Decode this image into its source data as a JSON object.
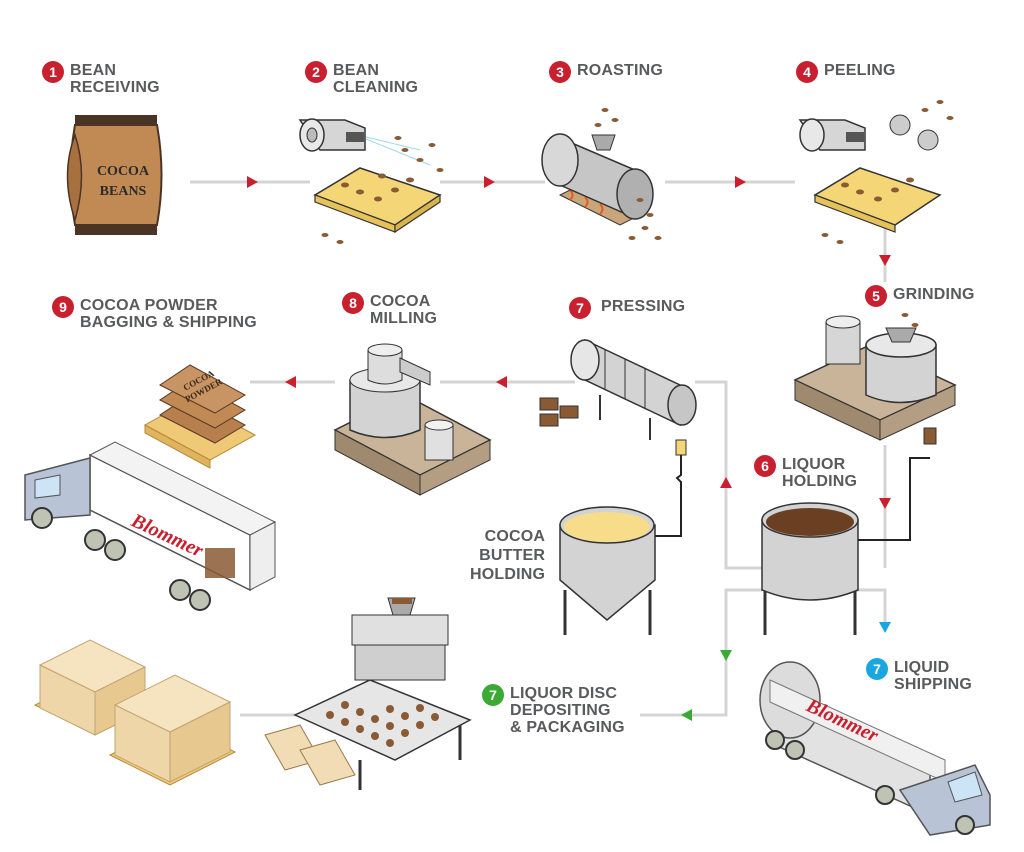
{
  "colors": {
    "step_red": "#c8202f",
    "step_green": "#3aaa35",
    "step_blue": "#1aa7e0",
    "label_gray": "#595a5c",
    "flow_line": "#d4d4d4",
    "arrow_red": "#c8202f",
    "arrow_green": "#3aaa35",
    "arrow_blue": "#1aa7e0",
    "cocoa_brown": "#8a5a35",
    "liquor_brown": "#6b3f22",
    "butter_yellow": "#f7dc8a",
    "machine_gray": "#d3d3d3",
    "pallet_tan": "#f0c977",
    "brand_red": "#c8202f"
  },
  "steps": [
    {
      "number": "1",
      "title": "BEAN\nRECEIVING",
      "color": "red"
    },
    {
      "number": "2",
      "title": "BEAN\nCLEANING",
      "color": "red"
    },
    {
      "number": "3",
      "title": "ROASTING",
      "color": "red"
    },
    {
      "number": "4",
      "title": "PEELING",
      "color": "red"
    },
    {
      "number": "5",
      "title": "GRINDING",
      "color": "red"
    },
    {
      "number": "6",
      "title": "LIQUOR\nHOLDING",
      "color": "red"
    },
    {
      "number": "7",
      "title": "PRESSING",
      "color": "red"
    },
    {
      "number": "8",
      "title": "COCOA\nMILLING",
      "color": "red"
    },
    {
      "number": "9",
      "title": "COCOA POWDER\nBAGGING & SHIPPING",
      "color": "red"
    },
    {
      "number": "7",
      "title": "LIQUID\nSHIPPING",
      "color": "blue"
    },
    {
      "number": "7",
      "title": "LIQUOR DISC\nDEPOSITING\n& PACKAGING",
      "color": "green"
    }
  ],
  "side_labels": {
    "cocoa_butter_holding": "COCOA\nBUTTER\nHOLDING"
  },
  "product_text": {
    "bean_bag_line1": "COCOA",
    "bean_bag_line2": "BEANS",
    "powder_bag_line1": "COCOA",
    "powder_bag_line2": "POWDER",
    "truck_brand": "Blommer",
    "tanker_brand": "Blommer"
  },
  "icons": [
    "cocoa-bean-bag-icon",
    "cleaning-blower-conveyor-icon",
    "roaster-drum-icon",
    "peeler-blower-conveyor-icon",
    "grinder-mill-icon",
    "liquor-holding-tank-icon",
    "cocoa-press-icon",
    "cocoa-butter-tank-icon",
    "cocoa-milling-machine-icon",
    "powder-bags-pallet-icon",
    "box-truck-icon",
    "tanker-truck-icon",
    "disc-depositor-icon",
    "boxed-pallets-icon"
  ]
}
